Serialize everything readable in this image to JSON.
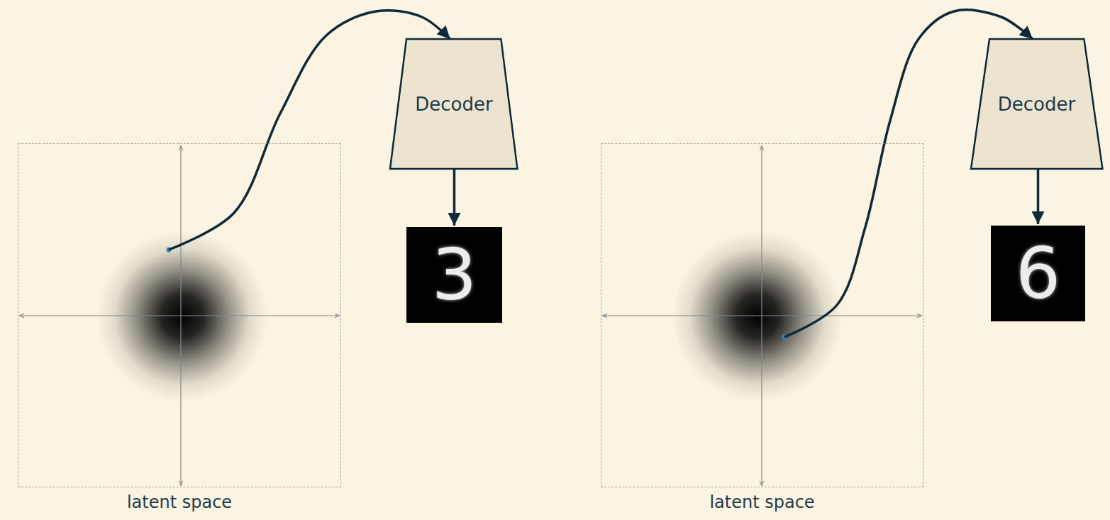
{
  "diagram": {
    "nodes": [
      {
        "text": [
          "latent space"
        ]
      },
      {
        "text": [
          "Decoder"
        ]
      },
      {
        "text": [
          "3"
        ]
      },
      {
        "text": [
          "latent space"
        ]
      },
      {
        "text": [
          "Decoder"
        ]
      },
      {
        "text": [
          "6"
        ]
      }
    ],
    "edges": [
      {
        "from": 0,
        "to": 1,
        "arrow": "to"
      },
      {
        "from": 1,
        "to": 2,
        "arrow": "to"
      },
      {
        "from": 3,
        "to": 4,
        "arrow": "to"
      },
      {
        "from": 4,
        "to": 5,
        "arrow": "to"
      }
    ]
  }
}
